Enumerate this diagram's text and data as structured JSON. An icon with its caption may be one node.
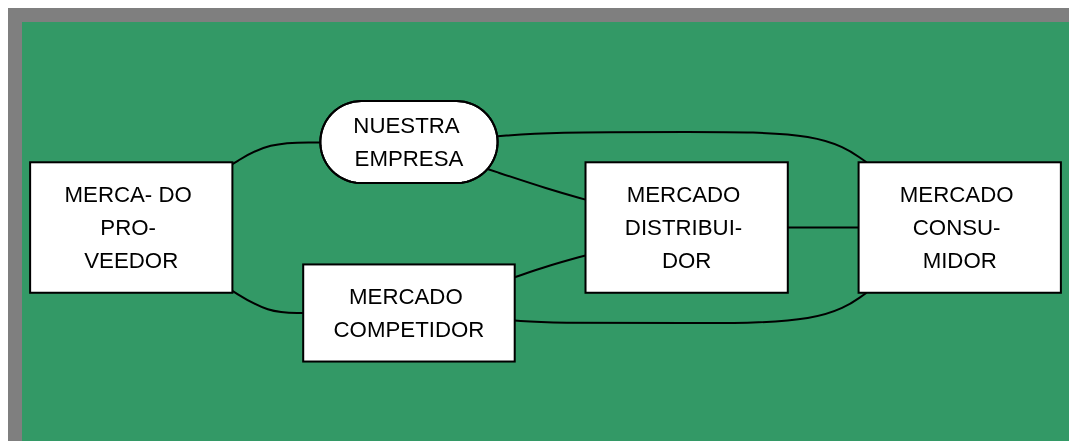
{
  "diagram": {
    "nodes": [
      {
        "text": [
          "MERCA- DO PRO- VEEDOR"
        ]
      },
      {
        "text": [
          "NUESTRA EMPRESA"
        ]
      },
      {
        "text": [
          "MERCADO DISTRIBUI- DOR"
        ]
      },
      {
        "text": [
          "MERCADO CONSU- MIDOR"
        ]
      },
      {
        "text": [
          "MERCADO COMPETIDOR"
        ]
      }
    ],
    "edges": [
      {
        "from": 0,
        "to": 1,
        "arrow": "none"
      },
      {
        "from": 1,
        "to": 3,
        "arrow": "none"
      },
      {
        "from": 1,
        "to": 2,
        "arrow": "none"
      },
      {
        "from": 2,
        "to": 3,
        "arrow": "none"
      },
      {
        "from": 0,
        "to": 4,
        "arrow": "none"
      },
      {
        "from": 4,
        "to": 2,
        "arrow": "none"
      },
      {
        "from": 4,
        "to": 3,
        "arrow": "none"
      }
    ]
  }
}
